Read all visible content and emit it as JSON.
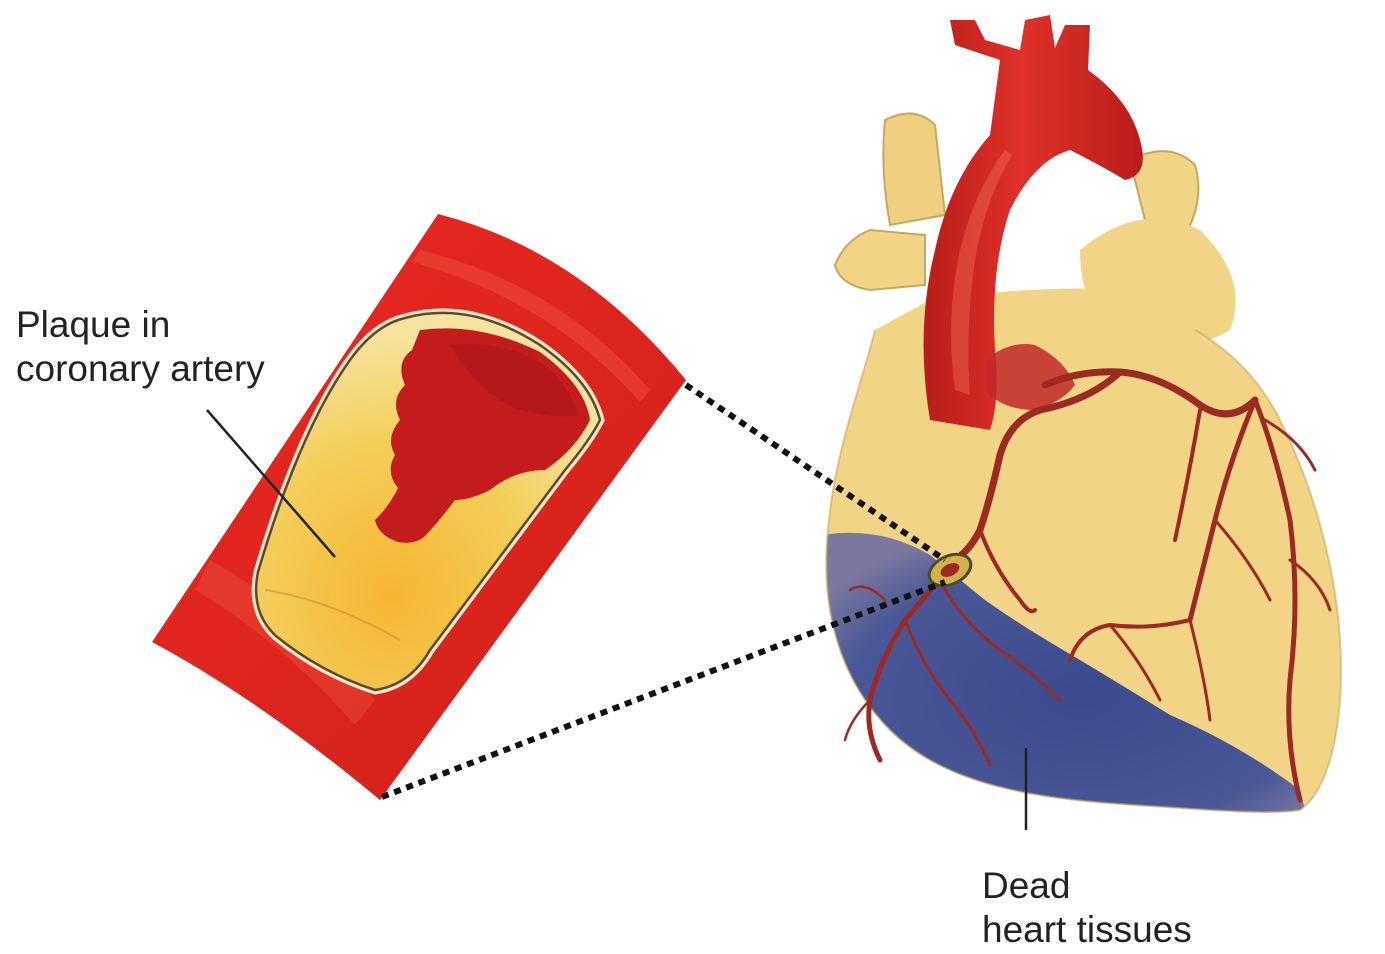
{
  "labels": {
    "plaque": {
      "line1": "Plaque in",
      "line2": "coronary artery"
    },
    "dead_tissue": {
      "line1": "Dead",
      "line2": "heart tissues"
    }
  },
  "colors": {
    "artery_wall": "#e0241e",
    "blood": "#c41c1c",
    "plaque": "#f4c23a",
    "heart_muscle": "#f2d487",
    "dead_tissue": "#3f4e92",
    "vessels": "#9c2a22",
    "aorta": "#d02420",
    "leader_line": "#222222"
  }
}
